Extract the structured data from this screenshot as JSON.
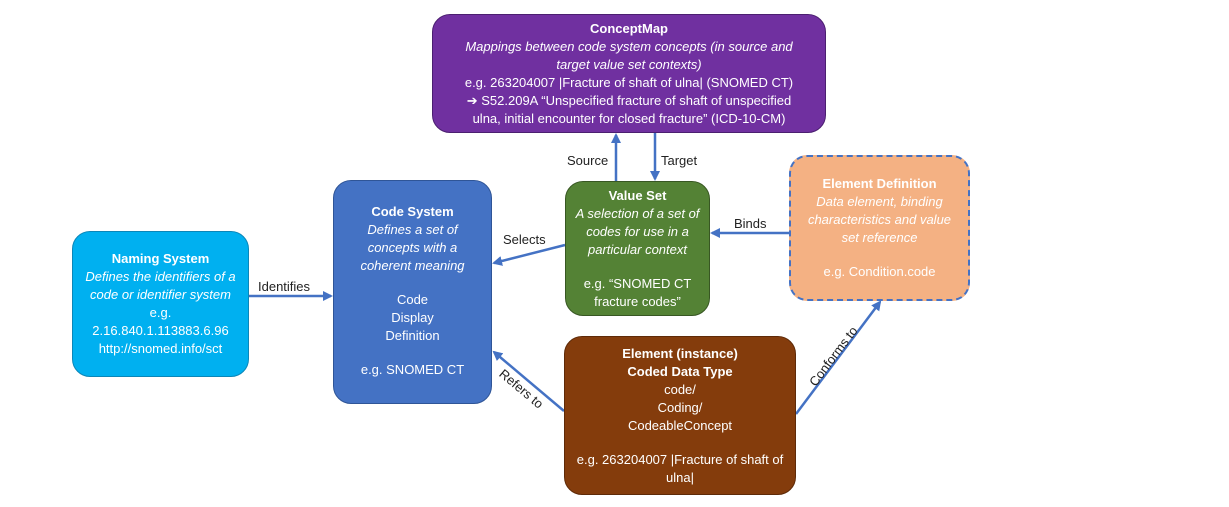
{
  "concept_map": {
    "title": "ConceptMap",
    "description": "Mappings between code system concepts (in source and target value set contexts)",
    "example_line1": "e.g. 263204007 |Fracture of shaft of ulna| (SNOMED CT)",
    "example_line2": "➔ S52.209A “Unspecified fracture of shaft of unspecified ulna, initial encounter for closed fracture” (ICD-10-CM)"
  },
  "naming_system": {
    "title": "Naming System",
    "description": "Defines the identifiers of a code or identifier system",
    "example_prefix": "e.g.",
    "example_oid": "2.16.840.1.113883.6.96",
    "example_url": "http://snomed.info/sct"
  },
  "code_system": {
    "title": "Code System",
    "description": "Defines a set of concepts with a coherent meaning",
    "items": [
      "Code",
      "Display",
      "Definition"
    ],
    "example": "e.g. SNOMED CT"
  },
  "value_set": {
    "title": "Value Set",
    "description": "A selection of a set of codes for use in a particular context",
    "example": "e.g. “SNOMED CT fracture codes”"
  },
  "element_definition": {
    "title": "Element Definition",
    "description": "Data element, binding characteristics and value set reference",
    "example": "e.g. Condition.code"
  },
  "element_instance": {
    "title_line1": "Element (instance)",
    "title_line2": "Coded Data Type",
    "types": [
      "code/",
      "Coding/",
      "CodeableConcept"
    ],
    "example": "e.g. 263204007 |Fracture of shaft of ulna|"
  },
  "edges": {
    "identifies": "Identifies",
    "selects": "Selects",
    "source": "Source",
    "target": "Target",
    "binds": "Binds",
    "refers_to": "Refers to",
    "conforms_to": "Conforms to"
  },
  "colors": {
    "arrow": "#4472c4",
    "concept_map": "#7030a0",
    "naming_system": "#00b0f0",
    "code_system": "#4472c4",
    "value_set": "#548235",
    "element_definition": "#f4b183",
    "element_instance": "#843c0c"
  }
}
